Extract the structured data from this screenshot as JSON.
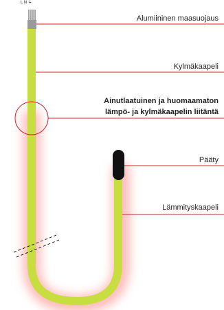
{
  "diagram": {
    "wire_label": "L N ⏚",
    "labels": {
      "foil": "Alumiininen maasuojaus",
      "cold": "Kylmäkaapeli",
      "joint_line1": "Ainutlaatuinen ja huomaamaton",
      "joint_line2": "lämpö- ja kylmäkaapelin liitäntä",
      "end": "Pääty",
      "heating": "Lämmityskaapeli"
    },
    "colors": {
      "cable": "#c8dd3f",
      "cold_glow": "#8ea6ff",
      "heat_glow": "#ff7b7b",
      "callout": "#d9202a",
      "end_cap": "#111111",
      "foil": "#9a9a9a"
    }
  }
}
